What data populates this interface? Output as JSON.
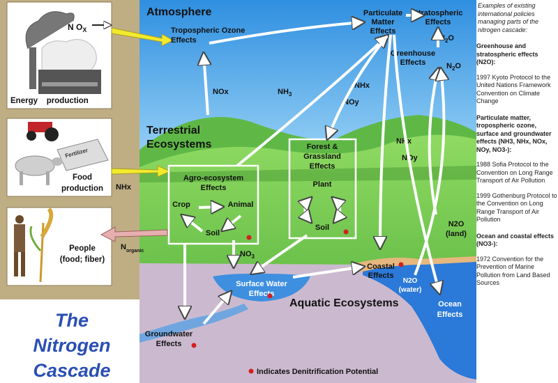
{
  "title": [
    "The",
    "Nitrogen",
    "Cascade"
  ],
  "zones": {
    "atmosphere": "Atmosphere",
    "terrestrial": [
      "Terrestrial",
      "Ecosystems"
    ],
    "aquatic": "Aquatic Ecosystems"
  },
  "sources": {
    "energy": {
      "label": "Energy    production",
      "emission": "N O",
      "emission_sub": "X"
    },
    "food": {
      "label": [
        "Food",
        "production"
      ],
      "fertilizer": "Fertilizer"
    },
    "people": {
      "label": [
        "People",
        "(food; fiber)"
      ]
    }
  },
  "effects": {
    "tropospheric_ozone": [
      "Tropospheric Ozone",
      "Effects"
    ],
    "particulate": [
      "Particulate",
      "Matter",
      "Effects"
    ],
    "stratospheric": [
      "Stratospheric",
      "Effects"
    ],
    "greenhouse": [
      "Greenhouse",
      "Effects"
    ],
    "agro": [
      "Agro-ecosystem",
      "Effects"
    ],
    "forest": [
      "Forest &",
      "Grassland",
      "Effects"
    ],
    "surface_water": [
      "Surface Water",
      "Effects"
    ],
    "coastal": [
      "Coastal",
      "Effects"
    ],
    "ocean": [
      "Ocean",
      "Effects"
    ],
    "groundwater": [
      "Groundwater",
      "Effects"
    ]
  },
  "nodes": {
    "crop": "Crop",
    "animal": "Animal",
    "soil_agro": "Soil",
    "plant": "Plant",
    "soil_forest": "Soil"
  },
  "species": {
    "nox_mid": "NOx",
    "nh3": "NH",
    "nh3_sub": "3",
    "nhx_top": "NHx",
    "noy_top": "NOy",
    "nhx_right": "NHx",
    "noy_right": "NOy",
    "nhx_left": "NHx",
    "n2o_a": "N",
    "n2o_a_sub": "2",
    "n2o_a_end": "O",
    "n2o_b": "N",
    "n2o_b_sub": "2",
    "n2o_b_end": "O",
    "n2o_land": [
      "N2O",
      "(land)"
    ],
    "n2o_water": [
      "N2O",
      "(water)"
    ],
    "no3": "NO",
    "no3_sub": "3",
    "n_organic": "N",
    "n_organic_sub": "organic"
  },
  "legend": "Indicates Denitrification Potential",
  "colors": {
    "sky": "#3fa3e8",
    "grass": "#7ed05a",
    "aquatic_floor": "#c9b8cf",
    "water": "#2b79d8",
    "title_blue": "#2a4fb3",
    "denit_dot": "#d42020",
    "source_arrow": "#f2ea2e",
    "people_arrow": "#e6b0b0"
  },
  "sidebar": {
    "intro": "Examples of existing international policies managing parts of the nitrogen cascade:",
    "sections": [
      {
        "heading": "Greenhouse and stratospheric effects (N2O):",
        "policies": [
          "1997 Kyoto Protocol to the United Nations Framework Convention on Climate Change"
        ]
      },
      {
        "heading": "Particulate matter, tropospheric ozone, surface and groundwater effects (NH3, NHx, NOx, NOy, NO3-):",
        "policies": [
          "1988 Sofia Protocol to the Convention on Long Range Transport of Air Pollution",
          "1999 Gothenburg Protocol to the Convention on Long Range Transport of Air Pollution"
        ]
      },
      {
        "heading": "Ocean and coastal effects (NO3-):",
        "policies": [
          "1972 Convention for the Prevention of Marine Pollution from Land Based Sources"
        ]
      }
    ]
  }
}
